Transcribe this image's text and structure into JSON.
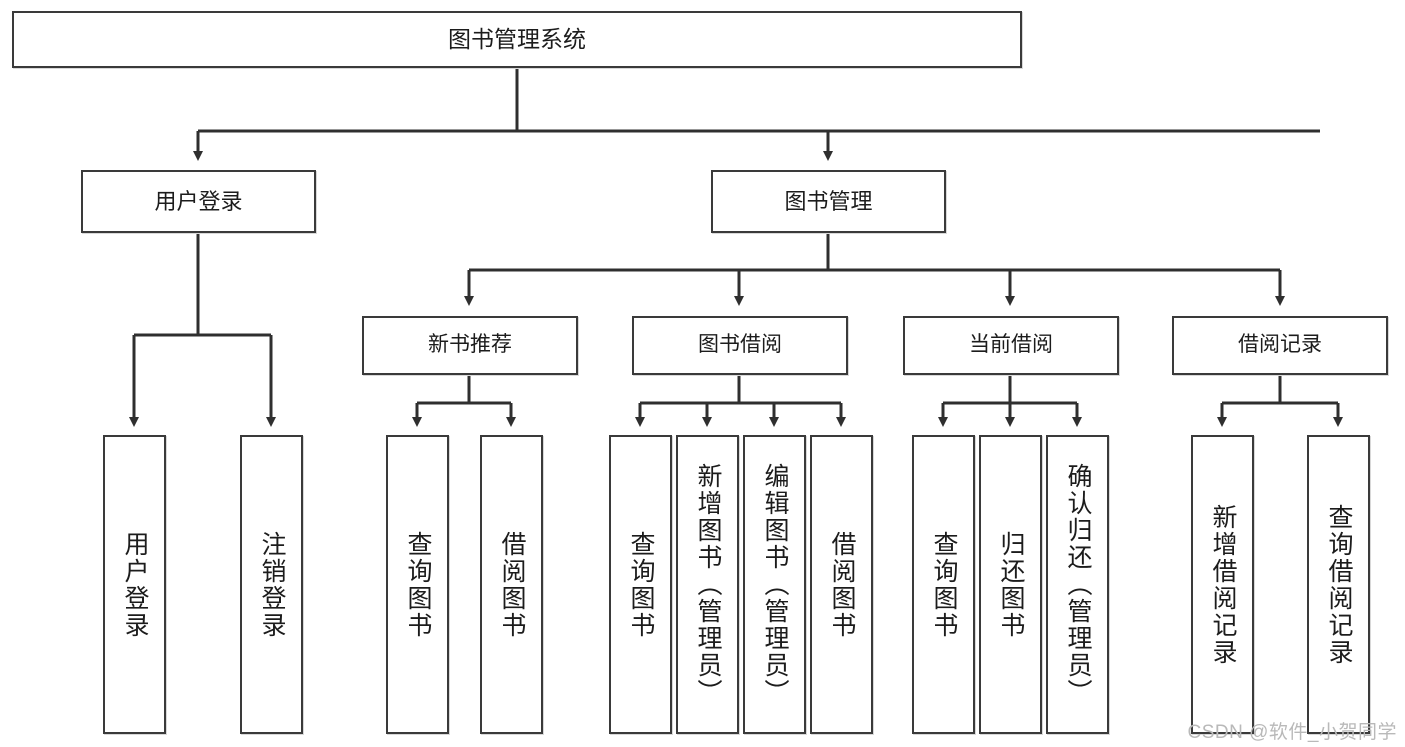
{
  "diagram": {
    "title": "图书管理系统",
    "watermark": "CSDN @软件_小贺同学",
    "colors": {
      "box_border": "#3a3a3a",
      "box_fill": "#ffffff",
      "connector": "#2f2f2f",
      "text": "#1c1c1c",
      "watermark": "#b9b9b9"
    },
    "root": {
      "label": "图书管理系统"
    },
    "level2": [
      {
        "label": "用户登录"
      },
      {
        "label": "图书管理"
      }
    ],
    "level3": [
      {
        "label": "新书推荐"
      },
      {
        "label": "图书借阅"
      },
      {
        "label": "当前借阅"
      },
      {
        "label": "借阅记录"
      }
    ],
    "leaves": {
      "user_login": [
        {
          "label": "用户登录"
        },
        {
          "label": "注销登录"
        }
      ],
      "new_book_recommend": [
        {
          "label": "查询图书"
        },
        {
          "label": "借阅图书"
        }
      ],
      "book_borrow": [
        {
          "label": "查询图书"
        },
        {
          "label": "新增图书（管理员）"
        },
        {
          "label": "编辑图书（管理员）"
        },
        {
          "label": "借阅图书"
        }
      ],
      "current_borrow": [
        {
          "label": "查询图书"
        },
        {
          "label": "归还图书"
        },
        {
          "label": "确认归还（管理员）"
        }
      ],
      "borrow_record": [
        {
          "label": "新增借阅记录"
        },
        {
          "label": "查询借阅记录"
        }
      ]
    }
  }
}
